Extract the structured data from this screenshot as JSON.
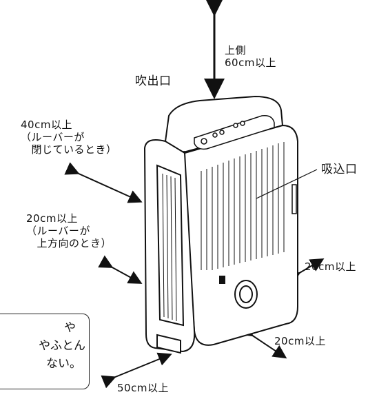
{
  "labels": {
    "top": "上側\n60cm以上",
    "outlet": "吹出口",
    "inlet": "吸込口",
    "left_closed": "40cm以上\n（ルーバーが\n　閉じているとき）",
    "left_up": "20cm以上\n（ルーバーが\n　上方向のとき）",
    "right": "20cm以上",
    "bottom_right": "20cm以上",
    "bottom_left": "50cm以上",
    "edge_mark": "や"
  },
  "note": {
    "line1": "や",
    "line2": "やふとん",
    "line3": "ない。"
  }
}
